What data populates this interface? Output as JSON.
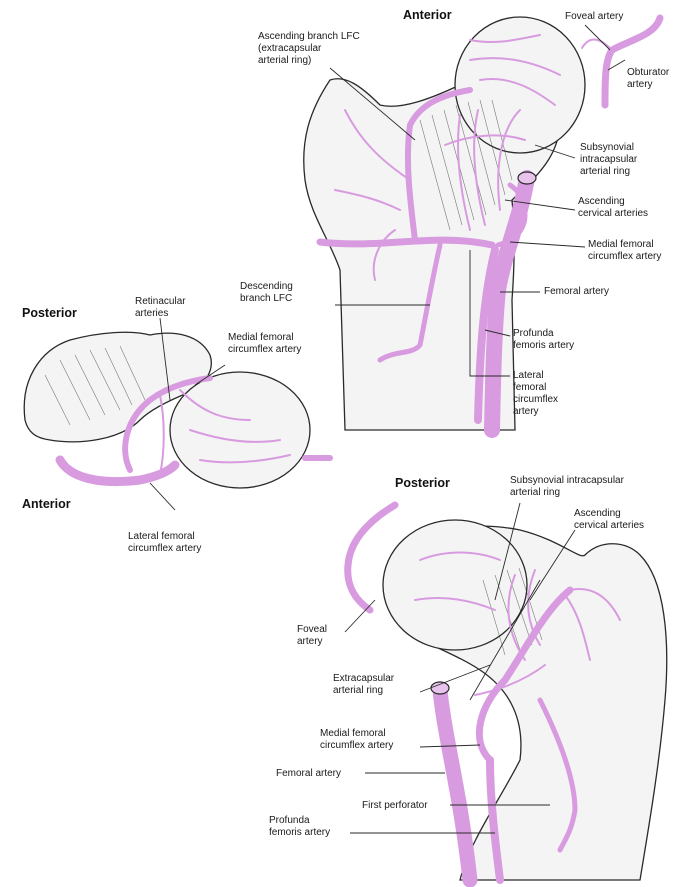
{
  "colors": {
    "artery": "#d89be0",
    "artery_edge": "#9a5aa5",
    "outline": "#2a2a2a",
    "bone": "#f4f4f4"
  },
  "views": {
    "anterior_top": {
      "heading": "Anterior"
    },
    "posterior_left": {
      "heading_top": "Posterior",
      "heading_bottom": "Anterior"
    },
    "posterior_bottom": {
      "heading": "Posterior"
    }
  },
  "labels": {
    "foveal_artery_top": "Foveal artery",
    "obturator_artery": "Obturator\nartery",
    "ascending_branch_lfc": "Ascending branch LFC\n(extracapsular\narterial ring)",
    "subsynovial_ring_top": "Subsynovial\nintracapsular\narterial ring",
    "ascending_cervical_top": "Ascending\ncervical arteries",
    "medial_femoral_top": "Medial femoral\ncircumflex artery",
    "femoral_artery_top": "Femoral artery",
    "descending_branch_lfc": "Descending\nbranch LFC",
    "profunda_top": "Profunda\nfemoris artery",
    "lateral_femoral_top": "Lateral\nfemoral\ncircumflex\nartery",
    "retinacular_arteries": "Retinacular\narteries",
    "medial_femoral_left": "Medial femoral\ncircumflex artery",
    "lateral_femoral_left": "Lateral femoral\ncircumflex artery",
    "subsynovial_ring_bottom": "Subsynovial intracapsular\narterial ring",
    "ascending_cervical_bottom": "Ascending\ncervical arteries",
    "foveal_artery_bottom": "Foveal\nartery",
    "extracapsular_ring": "Extracapsular\narterial ring",
    "medial_femoral_bottom": "Medial femoral\ncircumflex artery",
    "femoral_artery_bottom": "Femoral artery",
    "first_perforator": "First perforator",
    "profunda_bottom": "Profunda\nfemoris artery"
  }
}
